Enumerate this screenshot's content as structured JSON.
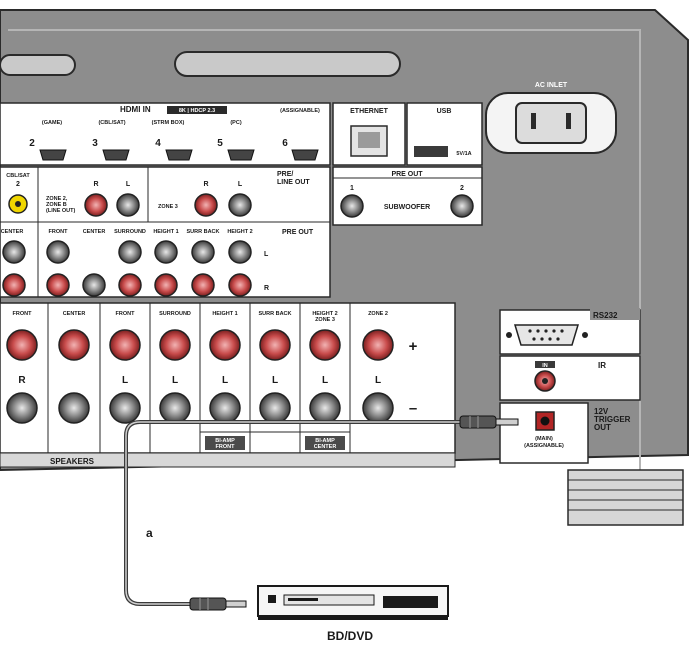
{
  "hdmi": {
    "title": "HDMI IN",
    "badge": "8K | HDCP 2.3",
    "assignable": "(ASSIGNABLE)",
    "inputs": [
      {
        "name": "(GAME)",
        "num": "2"
      },
      {
        "name": "(CBL/SAT)",
        "num": "3"
      },
      {
        "name": "(STRM BOX)",
        "num": "4"
      },
      {
        "name": "(PC)",
        "num": "5"
      },
      {
        "name": "",
        "num": "6"
      }
    ]
  },
  "ethernet": {
    "label": "ETHERNET"
  },
  "usb": {
    "label": "USB",
    "spec": "5V/1A"
  },
  "ac_inlet": {
    "label": "AC INLET"
  },
  "cblsat": {
    "label": "CBL/SAT",
    "num": "2"
  },
  "zone2": {
    "label": "ZONE 2,\nZONE B\n(LINE OUT)",
    "r": "R",
    "l": "L"
  },
  "zone3": {
    "label": "ZONE 3",
    "r": "R",
    "l": "L"
  },
  "pre_line_out": {
    "label": "PRE/\nLINE OUT"
  },
  "pre_out_sub": {
    "label": "PRE OUT",
    "sub_label": "SUBWOOFER",
    "n1": "1",
    "n2": "2"
  },
  "pre_out": {
    "label": "PRE OUT",
    "channels": [
      "CENTER",
      "FRONT",
      "CENTER",
      "SURROUND",
      "HEIGHT 1",
      "SURR BACK",
      "HEIGHT 2"
    ],
    "l": "L",
    "r": "R"
  },
  "speakers": {
    "title": "SPEAKERS",
    "channels": [
      "FRONT",
      "CENTER",
      "FRONT",
      "SURROUND",
      "HEIGHT 1",
      "SURR BACK",
      "HEIGHT 2",
      "ZONE 2"
    ],
    "zone3_sub": "ZONE 3",
    "sides": [
      "R",
      "",
      "L",
      "L",
      "L",
      "L",
      "L",
      "L"
    ],
    "plus": "+",
    "minus": "–",
    "biamp_front": "BI-AMP\nFRONT",
    "biamp_center": "BI-AMP\nCENTER"
  },
  "rs232": {
    "label": "RS232"
  },
  "ir": {
    "label": "IR",
    "jack": "IN"
  },
  "trigger": {
    "label": "12V\nTRIGGER\nOUT",
    "sub": "(MAIN)\n(ASSIGNABLE)"
  },
  "cable": {
    "label": "a"
  },
  "device": {
    "label": "BD/DVD"
  }
}
